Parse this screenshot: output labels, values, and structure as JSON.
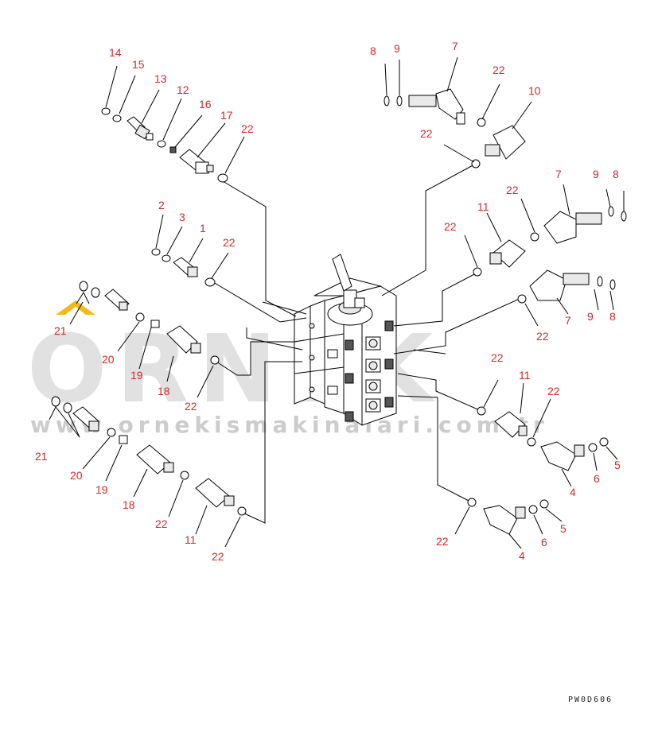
{
  "watermark": {
    "brand": "ORNEK",
    "url": "www.ornekismakinalari.com.tr",
    "accent_color": "#f0b400"
  },
  "drawing_code": "PW0D606",
  "callouts": [
    "1",
    "2",
    "3",
    "4",
    "5",
    "6",
    "7",
    "8",
    "9",
    "10",
    "11",
    "12",
    "13",
    "14",
    "15",
    "16",
    "17",
    "18",
    "19",
    "20",
    "21",
    "22"
  ],
  "colors": {
    "callout": "#d42a2a",
    "line": "#000000",
    "watermark": "#d8d8d8"
  }
}
